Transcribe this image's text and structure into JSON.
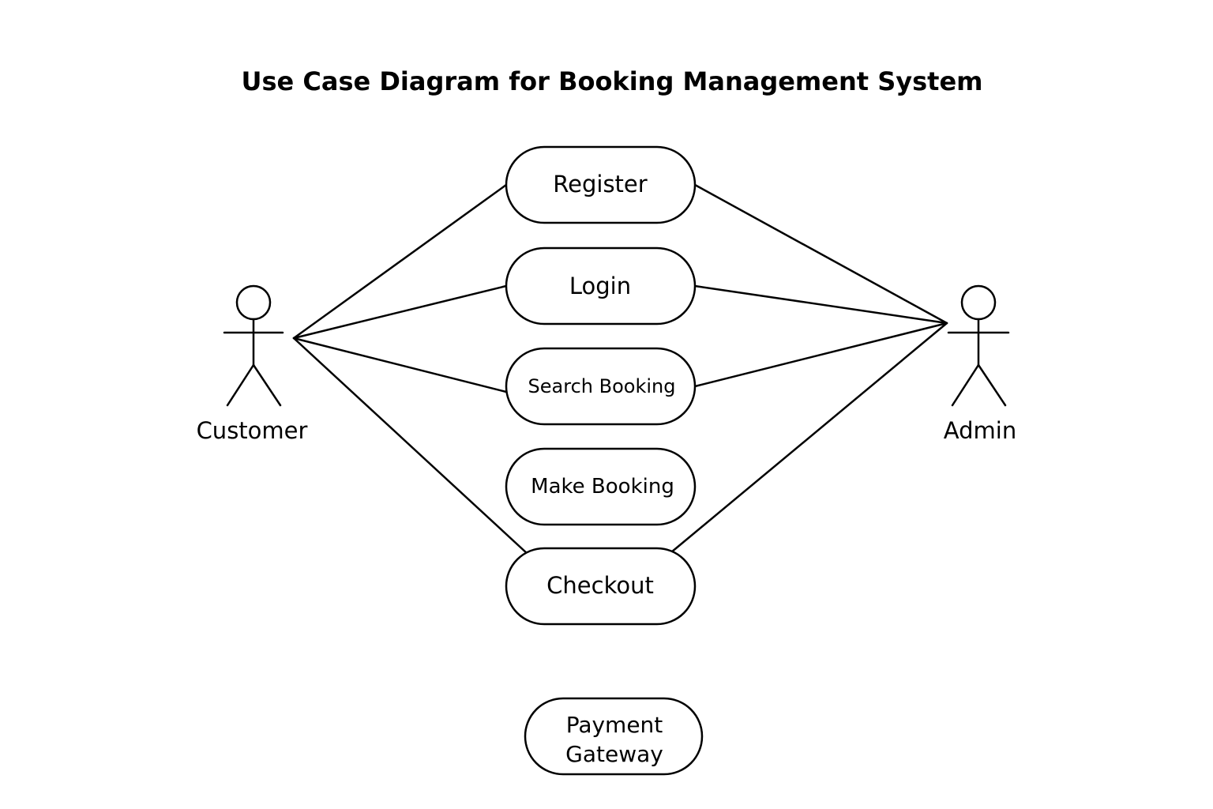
{
  "title": "Use Case Diagram for Booking Management System",
  "actors": {
    "customer": {
      "label": "Customer"
    },
    "admin": {
      "label": "Admin"
    }
  },
  "use_cases": {
    "register": {
      "label": "Register"
    },
    "login": {
      "label": "Login"
    },
    "search_booking": {
      "label": "Search Booking"
    },
    "make_booking": {
      "label": "Make Booking"
    },
    "checkout": {
      "label": "Checkout"
    },
    "payment_gateway": {
      "label_line1": "Payment",
      "label_line2": "Gateway"
    }
  },
  "associations": [
    {
      "actor": "Customer",
      "use_case": "Register"
    },
    {
      "actor": "Customer",
      "use_case": "Login"
    },
    {
      "actor": "Customer",
      "use_case": "Search Booking"
    },
    {
      "actor": "Customer",
      "use_case": "Checkout"
    },
    {
      "actor": "Admin",
      "use_case": "Register"
    },
    {
      "actor": "Admin",
      "use_case": "Login"
    },
    {
      "actor": "Admin",
      "use_case": "Search Booking"
    },
    {
      "actor": "Admin",
      "use_case": "Checkout"
    }
  ],
  "colors": {
    "line": "#000000",
    "background": "#ffffff"
  }
}
